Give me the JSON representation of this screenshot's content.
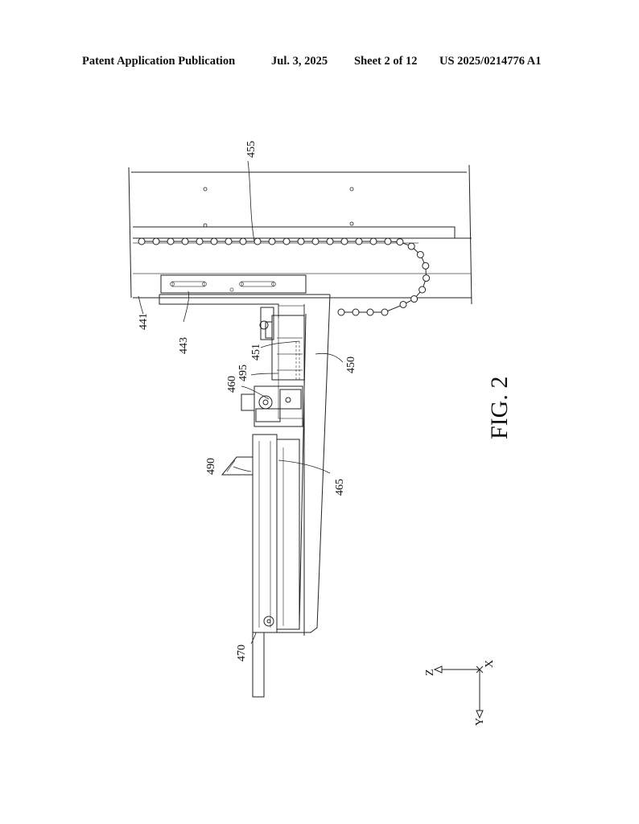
{
  "header": {
    "publication": "Patent Application Publication",
    "date": "Jul. 3, 2025",
    "sheet": "Sheet 2 of 12",
    "number": "US 2025/0214776 A1"
  },
  "figure": {
    "caption": "FIG. 2",
    "labels": {
      "r455": "455",
      "r441": "441",
      "r443": "443",
      "r451": "451",
      "r495": "495",
      "r460": "460",
      "r450": "450",
      "r490": "490",
      "r465": "465",
      "r470": "470"
    },
    "axes": {
      "z": "Z",
      "x": "X",
      "y": "Y"
    }
  }
}
